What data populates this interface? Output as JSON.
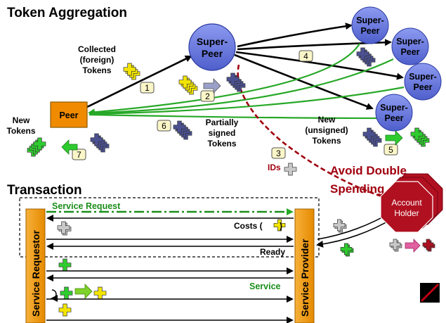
{
  "titles": {
    "token_aggregation": "Token Aggregation",
    "transaction": "Transaction"
  },
  "nodes": {
    "peer": "Peer",
    "super_peer_line1": "Super-",
    "super_peer_line2": "Peer",
    "service_requestor": "Service Requestor",
    "service_provider": "Service Provider",
    "account_holder_line1": "Account",
    "account_holder_line2": "Holder"
  },
  "labels": {
    "collected_line1": "Collected",
    "collected_line2": "(foreign)",
    "collected_line3": "Tokens",
    "new_tokens_line1": "New",
    "new_tokens_line2": "Tokens",
    "partially_line1": "Partially",
    "partially_line2": "signed",
    "partially_line3": "Tokens",
    "new_unsigned_line1": "New",
    "new_unsigned_line2": "(unsigned)",
    "new_unsigned_line3": "Tokens",
    "ids": "IDs",
    "avoid_line1": "Avoid Double",
    "avoid_line2": "Spending",
    "service_request": "Service Request",
    "costs": "Costs (",
    "costs_close": ")",
    "ready": "Ready",
    "service": "Service"
  },
  "steps": [
    "1",
    "2",
    "3",
    "4",
    "5",
    "6",
    "7"
  ],
  "colors": {
    "super_peer_fill": "#6f7fe0",
    "peer_fill": "#f08a00",
    "bar_fill": "#f0a020",
    "account_fill": "#b01020",
    "green_arrow": "#27a827",
    "red_text": "#a0000f",
    "token_yellow": "#f2e400",
    "token_green": "#2ecb2e",
    "token_blue": "#4a5090",
    "token_grey": "#c8c8c8"
  },
  "icons": [
    "token-stack-icon",
    "token-cross-icon",
    "arrow-icon",
    "no-entry-icon"
  ]
}
